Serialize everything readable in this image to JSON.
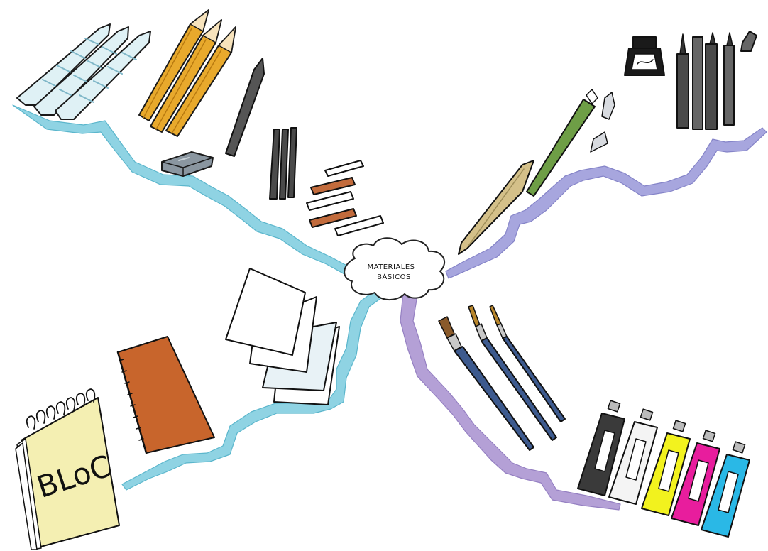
{
  "center": {
    "line1": "MATERIALES",
    "line2": "BÁSICOS"
  },
  "notebook": {
    "cover_text": "BLoC"
  },
  "colors": {
    "branch_drawing": "#8fd3e3",
    "branch_ink": "#a7a6de",
    "branch_paint": "#b4a0d6",
    "pencil_wood": "#e8a92c",
    "charcoal": "#4a4a4a",
    "eraser": "#8a96a0",
    "sanguine": "#c26b3c",
    "notebook_brown": "#c8652c",
    "bloc_yellow": "#f4efb2",
    "pen_green": "#6e9e46",
    "brush_blue": "#3d5a8e",
    "tube_black": "#3a3a3a",
    "tube_white": "#f4f4f4",
    "tube_yellow": "#f2f21e",
    "tube_magenta": "#e81d9d",
    "tube_cyan": "#2ab8e6"
  },
  "icons": [
    "paper-stumps-icon",
    "graphite-pencils-icon",
    "graphite-stick-icon",
    "eraser-icon",
    "charcoal-sticks-icon",
    "chalk-pastels-icon",
    "ink-bottle-icon",
    "technical-pens-icon",
    "dip-pen-icon",
    "bamboo-pen-icon",
    "paper-sheets-icon",
    "sketchbook-icon",
    "spiral-bloc-icon",
    "paintbrushes-icon",
    "paint-tubes-icon"
  ]
}
